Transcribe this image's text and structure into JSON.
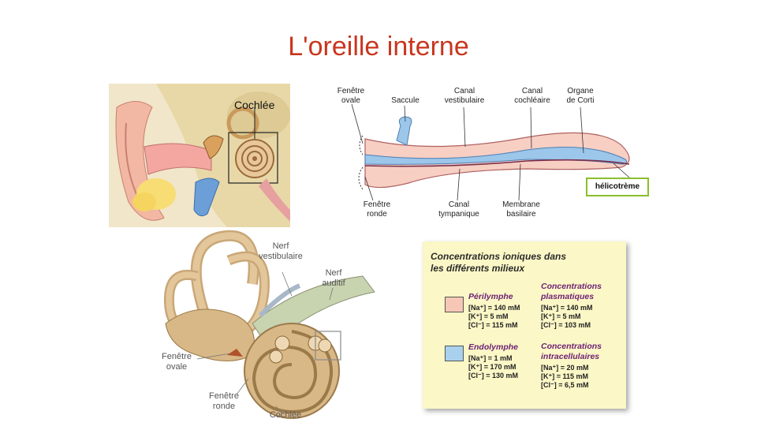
{
  "title": "L'oreille interne",
  "ear": {
    "cochlea_label": "Cochlée"
  },
  "cochlea_diagram": {
    "labels": {
      "fenetre_ovale": "Fenêtre\novale",
      "saccule": "Saccule",
      "canal_vestibulaire": "Canal\nvestibulaire",
      "canal_cochleaire": "Canal\ncochléaire",
      "organe_corti": "Organe\nde Corti",
      "fenetre_ronde": "Fenêtre\nronde",
      "canal_tympanique": "Canal\ntympanique",
      "membrane_basilaire": "Membrane\nbasilaire",
      "helicotreme": "hélicotrème"
    }
  },
  "labyrinth": {
    "labels": {
      "nerf_vestibulaire": "Nerf\nvestibulaire",
      "nerf_auditif": "Nerf\nauditif",
      "fenetre_ovale": "Fenêtre\novale",
      "fenetre_ronde": "Fenêtre\nronde",
      "cochlee": "Cochlée"
    }
  },
  "info_box": {
    "title": "Concentrations ioniques dans\nles différents milieux",
    "perilymphe": {
      "name": "Périlymphe",
      "color": "#f6c7b6",
      "lines": [
        "[Na⁺] = 140 mM",
        "[K⁺] = 5 mM",
        "[Cl⁻] = 115 mM"
      ]
    },
    "endolymphe": {
      "name": "Endolymphe",
      "color": "#a9d1ee",
      "lines": [
        "[Na⁺] = 1 mM",
        "[K⁺] = 170 mM",
        "[Cl⁻] = 130 mM"
      ]
    },
    "plasmatiques": {
      "name": "Concentrations\nplasmatiques",
      "lines": [
        "[Na⁺] = 140 mM",
        "[K⁺] = 5 mM",
        "[Cl⁻] = 103 mM"
      ]
    },
    "intracellulaires": {
      "name": "Concentrations\nintracellulaires",
      "lines": [
        "[Na⁺] = 20 mM",
        "[K⁺] = 115 mM",
        "[Cl⁻] = 6,5 mM"
      ]
    }
  },
  "colors": {
    "title": "#c8361e",
    "heading_purple": "#6d1f74",
    "arrow": "#6b1f6e",
    "helicotreme_border": "#8bbf2c",
    "box_bg": "#fbf7c6"
  }
}
